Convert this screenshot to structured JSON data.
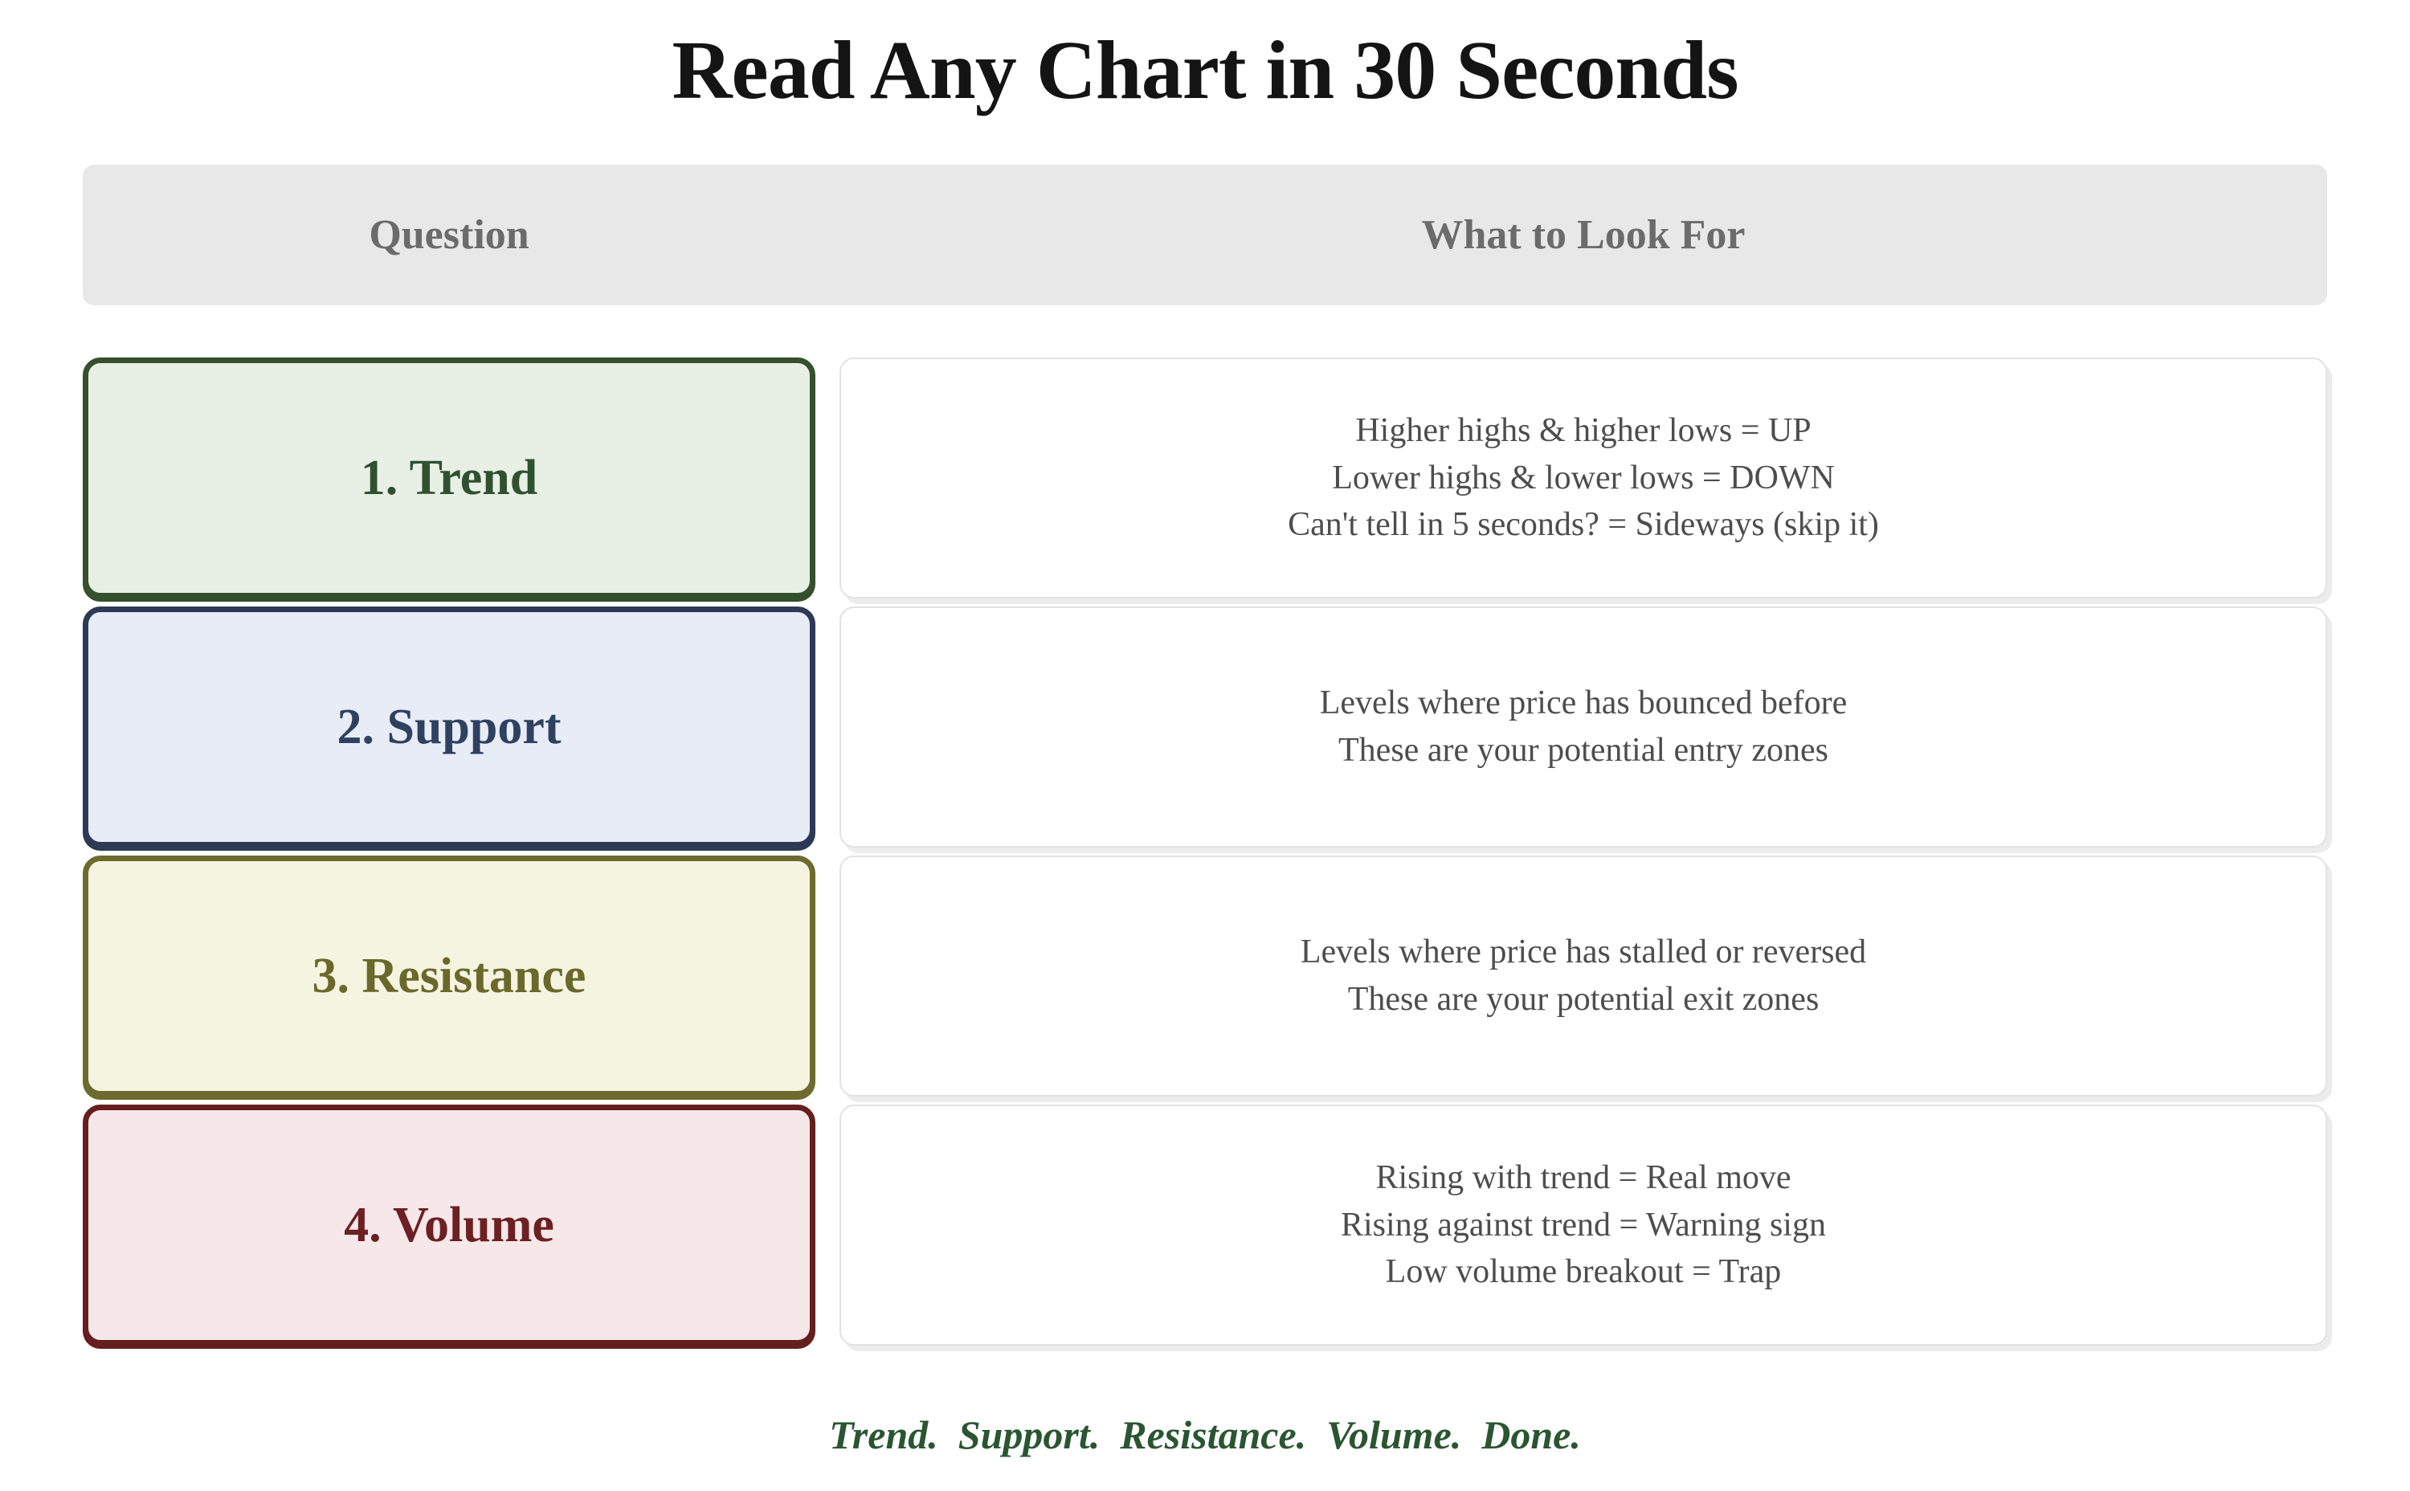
{
  "page": {
    "title": "Read Any Chart in 30 Seconds",
    "background": "#ffffff",
    "footer": "Trend.  Support.  Resistance.  Volume.  Done.",
    "footer_color": "#2a5531"
  },
  "header": {
    "question_label": "Question",
    "look_for_label": "What to Look For",
    "background": "#e8e8e8",
    "text_color": "#6b6b6b"
  },
  "detail_text_color": "#4d4d4d",
  "rows": [
    {
      "label": "1. Trend",
      "lines": [
        "Higher highs & higher lows = UP",
        "Lower highs & lower lows = DOWN",
        "Can't tell in 5 seconds? = Sideways (skip it)"
      ],
      "colors": {
        "bg": "#e8efe4",
        "border": "#35502c",
        "text": "#2f5130"
      }
    },
    {
      "label": "2. Support",
      "lines": [
        "Levels where price has bounced before",
        "These are your potential entry zones"
      ],
      "colors": {
        "bg": "#e7ecf6",
        "border": "#2d3a55",
        "text": "#2e4160"
      }
    },
    {
      "label": "3. Resistance",
      "lines": [
        "Levels where price has stalled or reversed",
        "These are your potential exit zones"
      ],
      "colors": {
        "bg": "#f5f4e1",
        "border": "#6c6a2e",
        "text": "#6a682a"
      }
    },
    {
      "label": "4. Volume",
      "lines": [
        "Rising with trend = Real move",
        "Rising against trend = Warning sign",
        "Low volume breakout = Trap"
      ],
      "colors": {
        "bg": "#f6e8e9",
        "border": "#641f1e",
        "text": "#6d2022"
      }
    }
  ]
}
